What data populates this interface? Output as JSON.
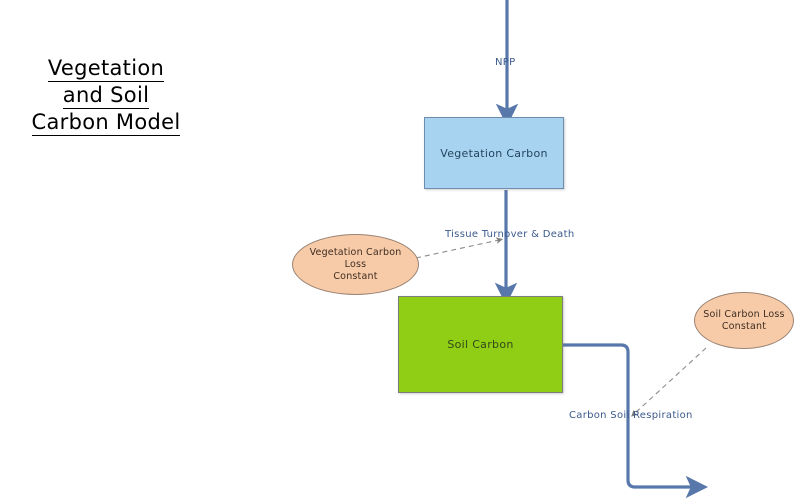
{
  "title": {
    "line1": "Vegetation",
    "line2": "and Soil",
    "line3": "Carbon Model"
  },
  "stocks": [
    {
      "id": "vegetation-carbon",
      "label": "Vegetation Carbon",
      "fill": "#a8d3f0",
      "stroke": "#6f8eae"
    },
    {
      "id": "soil-carbon",
      "label": "Soil Carbon",
      "fill": "#8fce15",
      "stroke": "#7d7d7d"
    }
  ],
  "parameters": [
    {
      "id": "vegetation-carbon-loss-constant",
      "line1": "Vegetation Carbon Loss",
      "line2": "Constant",
      "fill": "#f8cba8"
    },
    {
      "id": "soil-carbon-loss-constant",
      "line1": "Soil Carbon Loss",
      "line2": "Constant",
      "fill": "#f8cba8"
    }
  ],
  "flows": [
    {
      "id": "npp",
      "label": "NPP"
    },
    {
      "id": "tissue-turnover-death",
      "label": "Tissue Turnover & Death"
    },
    {
      "id": "carbon-soil-respiration",
      "label": "Carbon Soil Respiration"
    }
  ],
  "colors": {
    "flow_arrow": "#5878ac",
    "flow_label_text": "#3b5a8c",
    "dashed_link": "#8c8c8c",
    "title_text": "#000000",
    "background": "#ffffff"
  }
}
